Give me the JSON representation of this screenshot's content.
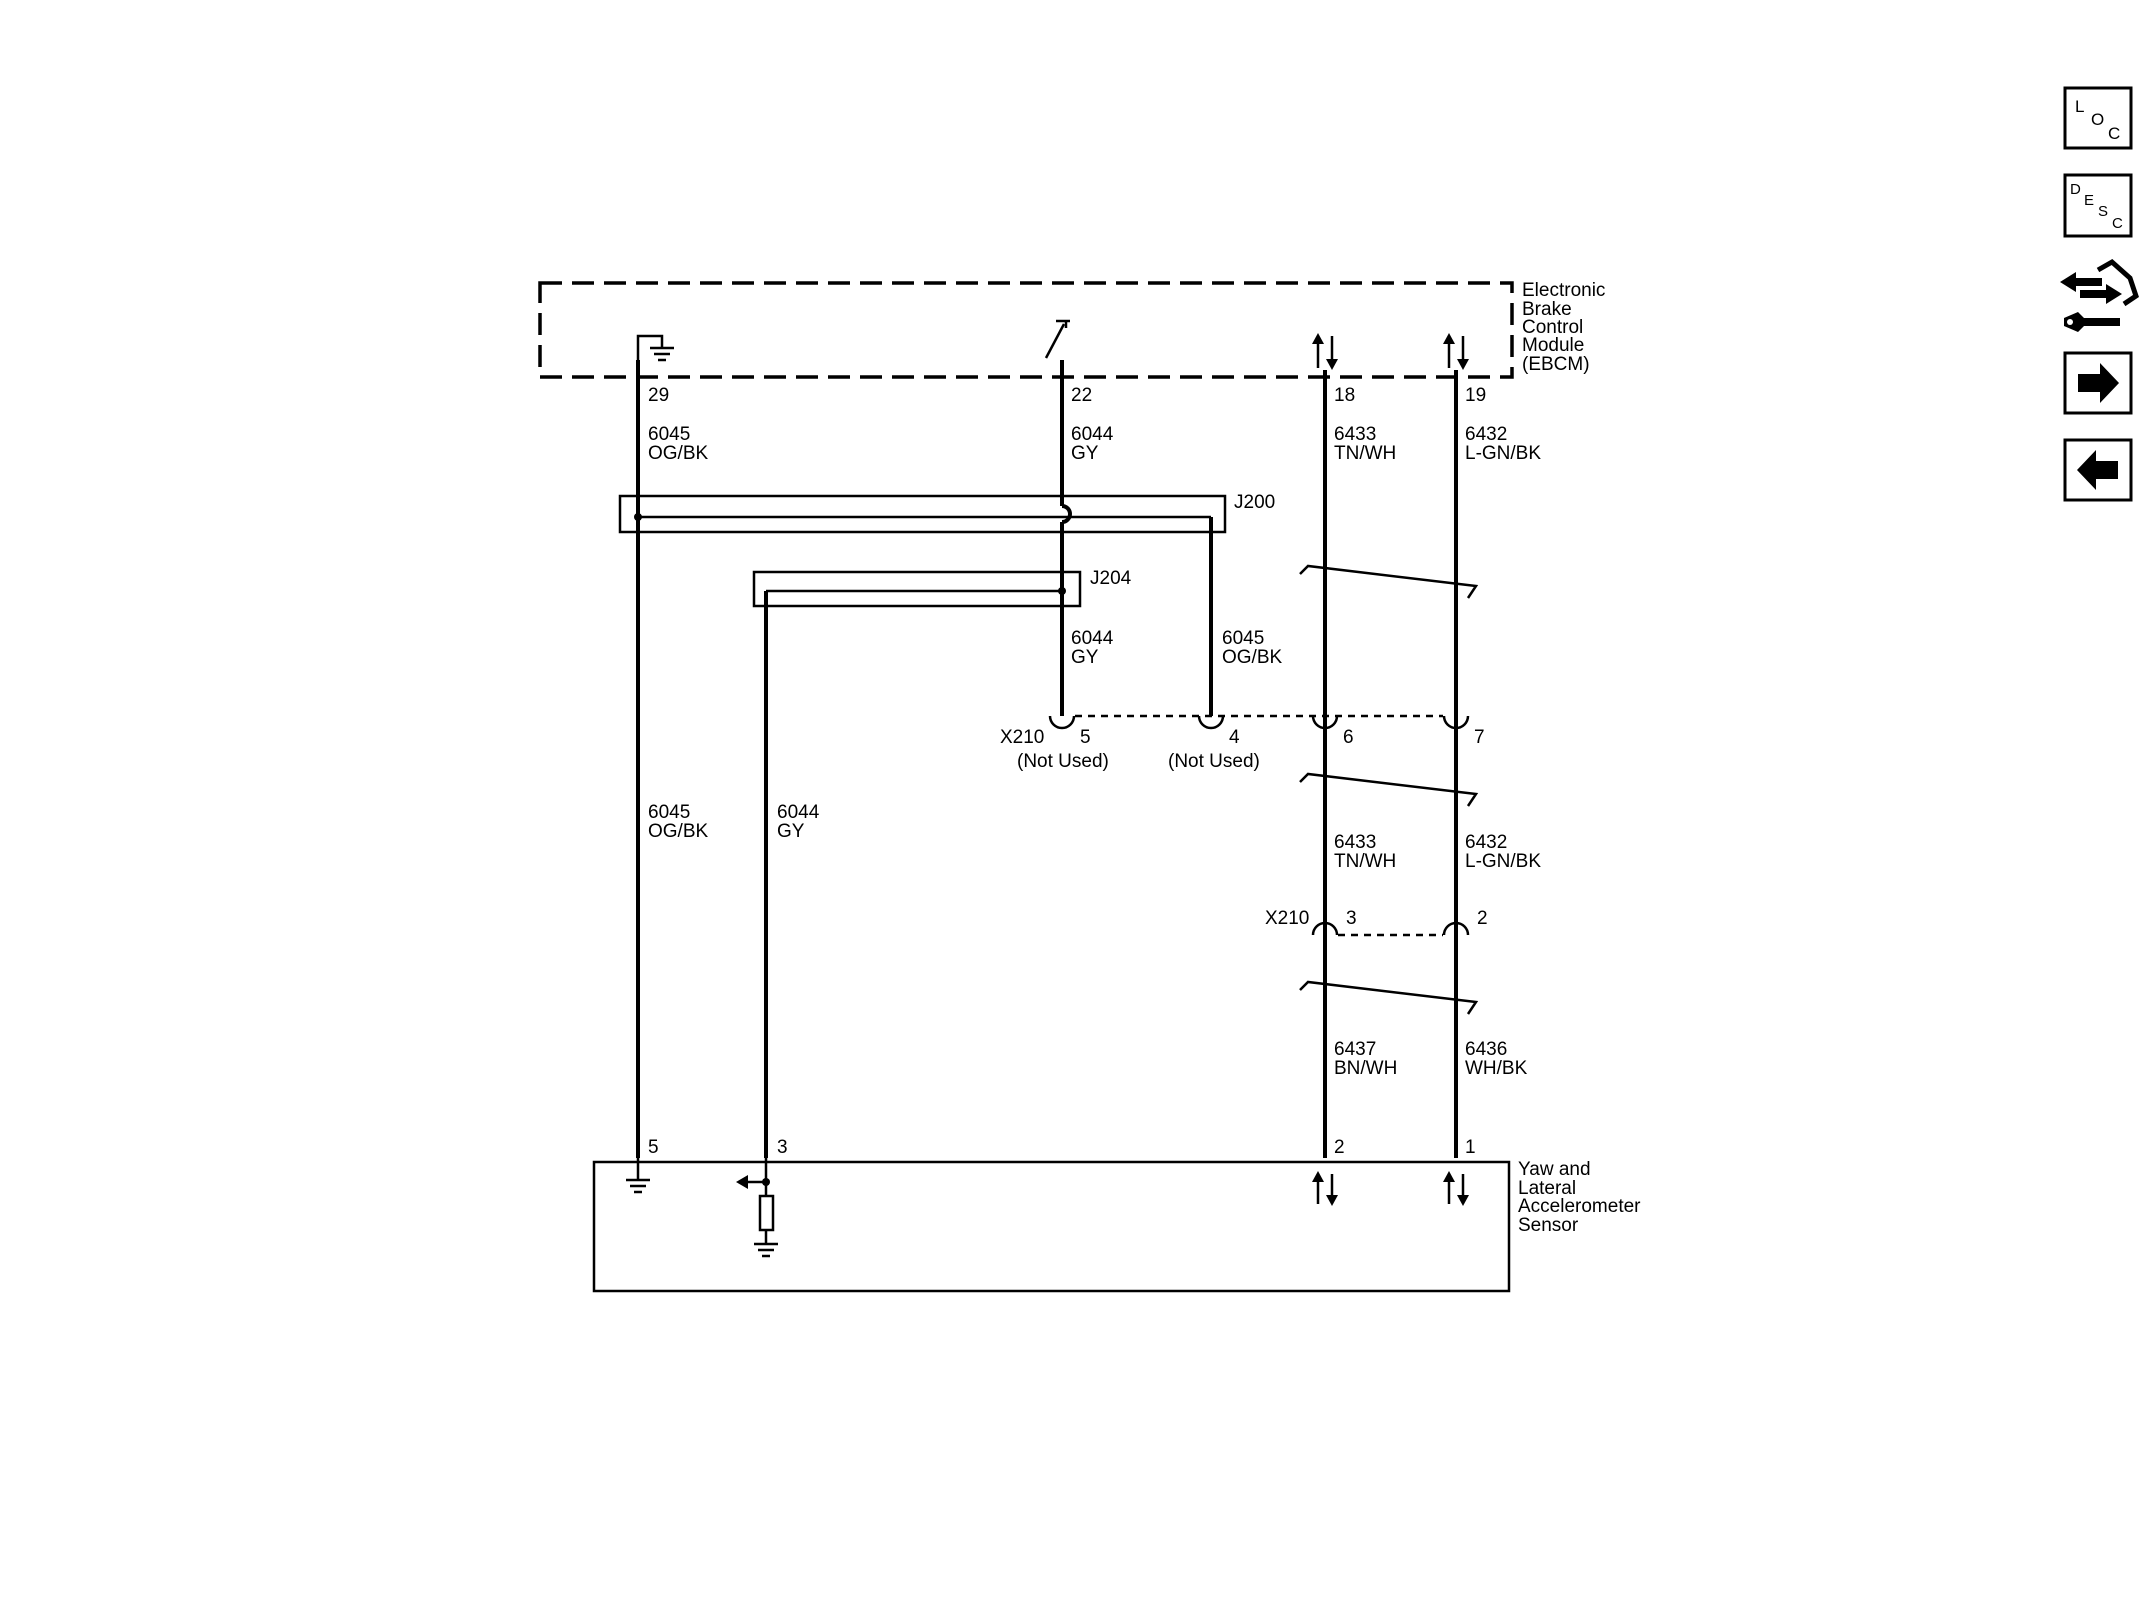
{
  "modules": {
    "ebcm": {
      "label_lines": [
        "Electronic",
        "Brake",
        "Control",
        "Module",
        "(EBCM)"
      ]
    },
    "sensor": {
      "label_lines": [
        "Yaw and",
        "Lateral",
        "Accelerometer",
        "Sensor"
      ]
    }
  },
  "ebcm_pins": {
    "p29": "29",
    "p22": "22",
    "p18": "18",
    "p19": "19"
  },
  "sensor_pins": {
    "p5": "5",
    "p3": "3",
    "p2": "2",
    "p1": "1"
  },
  "wires": {
    "w6045_top": {
      "circuit": "6045",
      "color": "OG/BK"
    },
    "w6044_top": {
      "circuit": "6044",
      "color": "GY"
    },
    "w6433_top": {
      "circuit": "6433",
      "color": "TN/WH"
    },
    "w6432_top": {
      "circuit": "6432",
      "color": "L-GN/BK"
    },
    "w6044_mid": {
      "circuit": "6044",
      "color": "GY"
    },
    "w6045_mid": {
      "circuit": "6045",
      "color": "OG/BK"
    },
    "w6045_low": {
      "circuit": "6045",
      "color": "OG/BK"
    },
    "w6044_low": {
      "circuit": "6044",
      "color": "GY"
    },
    "w6433_mid": {
      "circuit": "6433",
      "color": "TN/WH"
    },
    "w6432_mid": {
      "circuit": "6432",
      "color": "L-GN/BK"
    },
    "w6437": {
      "circuit": "6437",
      "color": "BN/WH"
    },
    "w6436": {
      "circuit": "6436",
      "color": "WH/BK"
    }
  },
  "splices": {
    "j200": "J200",
    "j204": "J204"
  },
  "connectors": {
    "x210_upper": {
      "name": "X210",
      "pin5": "5",
      "pin4": "4",
      "pin6": "6",
      "pin7": "7",
      "not_used": "(Not Used)"
    },
    "x210_lower": {
      "name": "X210",
      "pin3": "3",
      "pin2": "2"
    }
  },
  "nav": {
    "loc": {
      "letters": [
        "L",
        "O",
        "C"
      ]
    },
    "desc": {
      "letters": [
        "D",
        "E",
        "S",
        "C"
      ]
    },
    "icons": [
      "connector-repair-icon",
      "arrow-right-icon",
      "arrow-left-icon"
    ]
  }
}
